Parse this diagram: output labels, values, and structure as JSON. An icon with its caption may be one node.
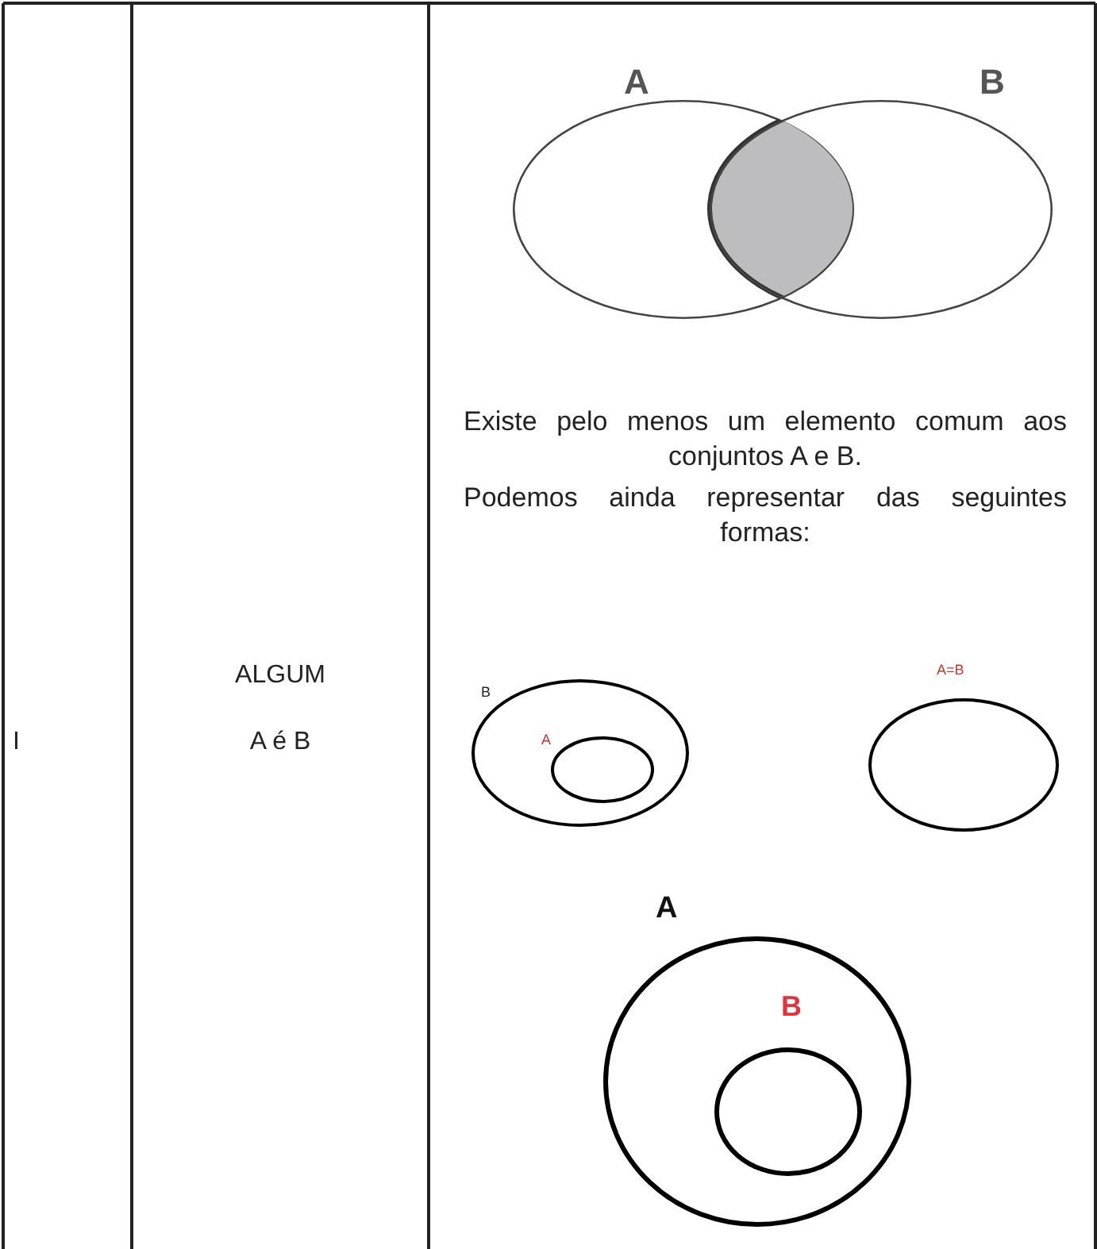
{
  "diagram": {
    "nodes": [
      {
        "text": [
          "A"
        ]
      },
      {
        "text": [],
        "shape": "lens"
      },
      {
        "text": [
          "B"
        ]
      },
      {
        "text": [
          "B"
        ]
      },
      {
        "text": [
          "A"
        ],
        "in": 3
      },
      {
        "text": [
          "A=B"
        ]
      },
      {
        "text": [
          "A"
        ]
      },
      {
        "text": [
          "B"
        ],
        "in": 6
      }
    ],
    "labels": [
      "I",
      "ALGUM",
      "A é B",
      "Existe pelo menos um elemento comum aos conjuntos A e B.",
      "Podemos ainda representar das seguintes formas:"
    ]
  }
}
